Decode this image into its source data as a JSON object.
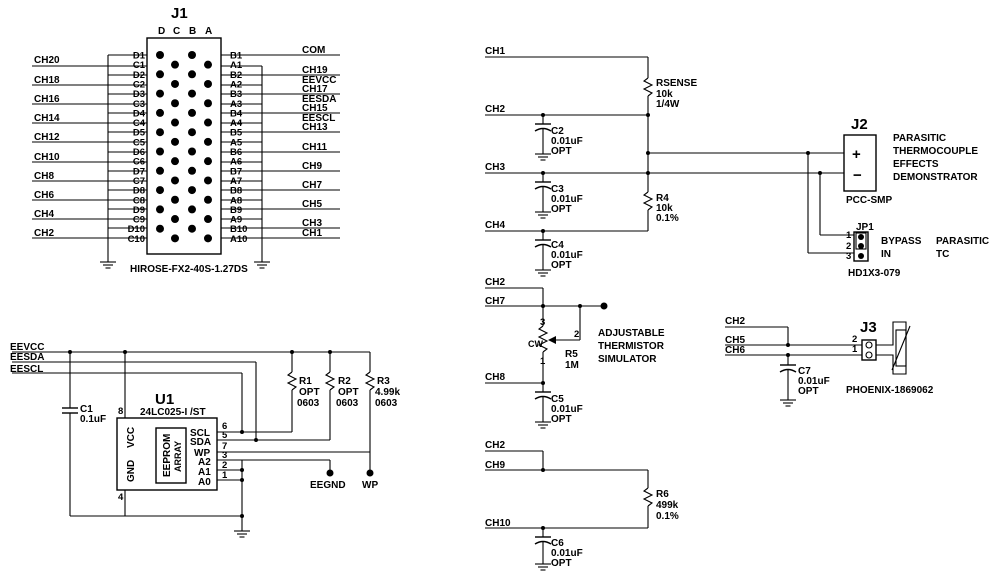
{
  "j1": {
    "ref": "J1",
    "part": "HIROSE-FX2-40S-1.27DS",
    "cols": [
      "D",
      "C",
      "B",
      "A"
    ],
    "left_pins": [
      "D1",
      "C1",
      "D2",
      "C2",
      "D3",
      "C3",
      "D4",
      "C4",
      "D5",
      "C5",
      "D6",
      "C6",
      "D7",
      "C7",
      "D8",
      "C8",
      "D9",
      "C9",
      "D10",
      "C10"
    ],
    "right_pins": [
      "B1",
      "A1",
      "B2",
      "A2",
      "B3",
      "A3",
      "B4",
      "A4",
      "B5",
      "A5",
      "B6",
      "A6",
      "B7",
      "A7",
      "B8",
      "A8",
      "B9",
      "A9",
      "B10",
      "A10"
    ],
    "left_nets": [
      "CH20",
      "CH18",
      "CH16",
      "CH14",
      "CH12",
      "CH10",
      "CH8",
      "CH6",
      "CH4",
      "CH2"
    ],
    "right_nets": [
      "COM",
      "CH19",
      "EEVCC",
      "CH17",
      "EESDA",
      "CH15",
      "EESCL",
      "CH13",
      "CH11",
      "CH9",
      "CH7",
      "CH5",
      "CH3",
      "CH1"
    ]
  },
  "u1": {
    "ref": "U1",
    "part": "24LC025-I /ST",
    "array_label1": "EEPROM",
    "array_label2": "ARRAY",
    "pins_left": [
      "VCC",
      "GND"
    ],
    "pin_nums_left": [
      "8",
      "4"
    ],
    "pins_right": [
      "SCL",
      "SDA",
      "WP",
      "A2",
      "A1",
      "A0"
    ],
    "pin_nums_right": [
      "6",
      "5",
      "7",
      "3",
      "2",
      "1"
    ],
    "nets": [
      "EEVCC",
      "EESDA",
      "EESCL"
    ],
    "c1": {
      "ref": "C1",
      "value": "0.1uF"
    },
    "r1": {
      "ref": "R1",
      "value": "OPT",
      "pkg": "0603"
    },
    "r2": {
      "ref": "R2",
      "value": "OPT",
      "pkg": "0603"
    },
    "r3": {
      "ref": "R3",
      "value": "4.99k",
      "pkg": "0603"
    },
    "eegnd": "EEGND",
    "wp": "WP"
  },
  "sense": {
    "ch1": "CH1",
    "ch2": "CH2",
    "ch3": "CH3",
    "ch4": "CH4",
    "rsense": {
      "ref": "RSENSE",
      "value": "10k",
      "power": "1/4W"
    },
    "r4": {
      "ref": "R4",
      "value": "10k",
      "tol": "0.1%"
    },
    "c2": {
      "ref": "C2",
      "value": "0.01uF",
      "opt": "OPT"
    },
    "c3": {
      "ref": "C3",
      "value": "0.01uF",
      "opt": "OPT"
    },
    "c4": {
      "ref": "C4",
      "value": "0.01uF",
      "opt": "OPT"
    }
  },
  "j2": {
    "ref": "J2",
    "part": "PCC-SMP",
    "plus": "+",
    "minus": "−",
    "desc": [
      "PARASITIC",
      "THERMOCOUPLE",
      "EFFECTS",
      "DEMONSTRATOR"
    ]
  },
  "jp1": {
    "ref": "JP1",
    "part": "HD1X3-079",
    "bypass": "BYPASS",
    "in": "IN",
    "pins": [
      "1",
      "2",
      "3"
    ],
    "note1": "PARASITIC",
    "note2": "TC"
  },
  "thermistor": {
    "ch2": "CH2",
    "ch7": "CH7",
    "ch8": "CH8",
    "r5": {
      "ref": "R5",
      "value": "1M",
      "cw": "CW"
    },
    "pins": [
      "3",
      "2",
      "1"
    ],
    "desc": [
      "ADJUSTABLE",
      "THERMISTOR",
      "SIMULATOR"
    ],
    "c5": {
      "ref": "C5",
      "value": "0.01uF",
      "opt": "OPT"
    }
  },
  "j3": {
    "ref": "J3",
    "part": "PHOENIX-1869062",
    "ch2": "CH2",
    "ch5": "CH5",
    "ch6": "CH6",
    "pins": [
      "2",
      "1"
    ],
    "c7": {
      "ref": "C7",
      "value": "0.01uF",
      "opt": "OPT"
    }
  },
  "r6block": {
    "ch2": "CH2",
    "ch9": "CH9",
    "ch10": "CH10",
    "r6": {
      "ref": "R6",
      "value": "499k",
      "tol": "0.1%"
    },
    "c6": {
      "ref": "C6",
      "value": "0.01uF",
      "opt": "OPT"
    }
  }
}
